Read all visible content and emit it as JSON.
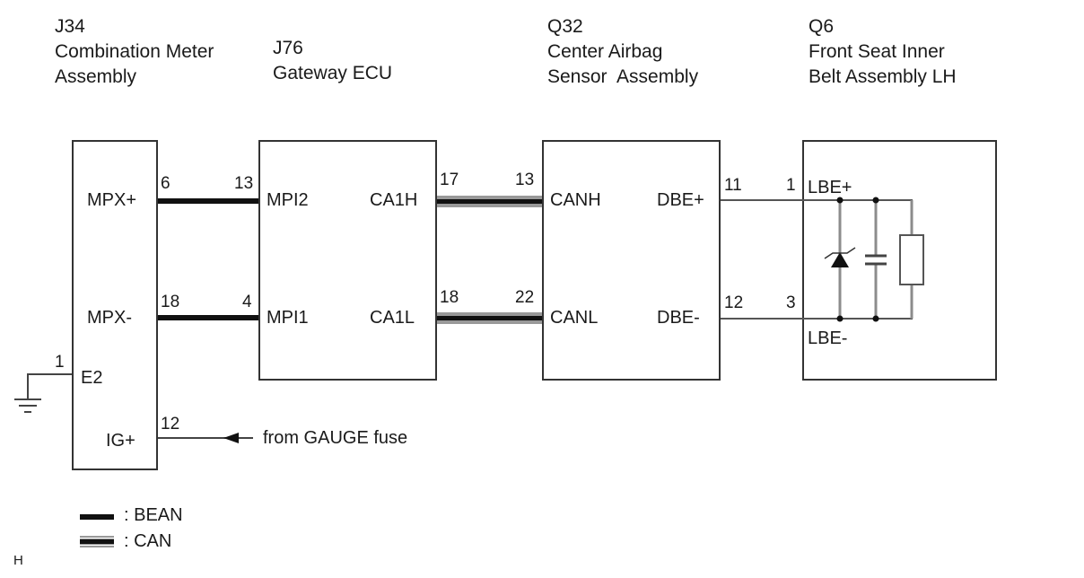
{
  "components": [
    {
      "id": "J34",
      "name_line1": "Combination Meter",
      "name_line2": "Assembly",
      "terminals": [
        "MPX+",
        "MPX-",
        "E2",
        "IG+"
      ]
    },
    {
      "id": "J76",
      "name_line1": "Gateway ECU",
      "name_line2": "",
      "terminals": [
        "MPI2",
        "MPI1",
        "CA1H",
        "CA1L"
      ]
    },
    {
      "id": "Q32",
      "name_line1": "Center Airbag",
      "name_line2": "Sensor  Assembly",
      "terminals": [
        "CANH",
        "CANL",
        "DBE+",
        "DBE-"
      ]
    },
    {
      "id": "Q6",
      "name_line1": "Front Seat Inner",
      "name_line2": "Belt Assembly LH",
      "terminals": [
        "LBE+",
        "LBE-"
      ]
    }
  ],
  "wires": [
    {
      "type": "BEAN",
      "from": "J34 MPX+",
      "from_pin": "6",
      "to": "J76 MPI2",
      "to_pin": "13"
    },
    {
      "type": "BEAN",
      "from": "J34 MPX-",
      "from_pin": "18",
      "to": "J76 MPI1",
      "to_pin": "4"
    },
    {
      "type": "CAN",
      "from": "J76 CA1H",
      "from_pin": "17",
      "to": "Q32 CANH",
      "to_pin": "13"
    },
    {
      "type": "CAN",
      "from": "J76 CA1L",
      "from_pin": "18",
      "to": "Q32 CANL",
      "to_pin": "22"
    },
    {
      "type": "plain",
      "from": "Q32 DBE+",
      "from_pin": "11",
      "to": "Q6 LBE+",
      "to_pin": "1"
    },
    {
      "type": "plain",
      "from": "Q32 DBE-",
      "from_pin": "12",
      "to": "Q6 LBE-",
      "to_pin": "3"
    }
  ],
  "ground": {
    "terminal": "E2",
    "pin": "1"
  },
  "ig": {
    "terminal": "IG+",
    "pin": "12",
    "source_label": "from GAUGE fuse"
  },
  "legend": [
    {
      "symbol": "thick-black-line",
      "label": ": BEAN"
    },
    {
      "symbol": "double-line",
      "label": ": CAN"
    }
  ],
  "corner_mark": "H",
  "colors": {
    "line": "#1a1a1a",
    "box": "#333333",
    "can_outer": "#999999",
    "internal": "#8c8c8c"
  }
}
